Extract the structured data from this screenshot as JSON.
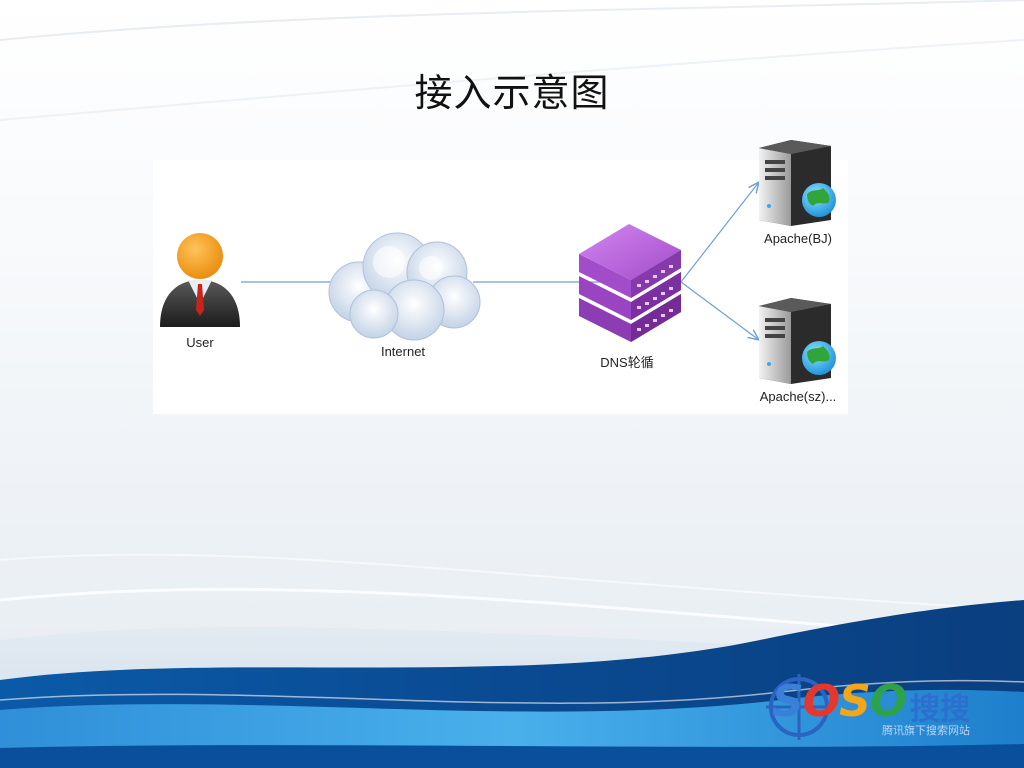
{
  "slide": {
    "title": "接入示意图"
  },
  "diagram": {
    "nodes": {
      "user": {
        "label": "User",
        "icon": "user-avatar-icon"
      },
      "internet": {
        "label": "Internet",
        "icon": "cloud-icon"
      },
      "dns": {
        "label": "DNS轮循",
        "icon": "network-switch-icon",
        "color": "#a24cc9"
      },
      "apache_bj": {
        "label": "Apache(BJ)",
        "icon": "web-server-icon"
      },
      "apache_sz": {
        "label": "Apache(sz)...",
        "icon": "web-server-icon"
      }
    },
    "edge_color": "#6f9fd6"
  },
  "logo": {
    "word_s1": "S",
    "word_o1": "O",
    "word_s2": "S",
    "word_o2": "O",
    "chinese": "搜搜",
    "tagline": "腾讯旗下搜索网站"
  },
  "theme": {
    "wave_dark": "#0a4f9b",
    "wave_light": "#3fa6e6"
  }
}
